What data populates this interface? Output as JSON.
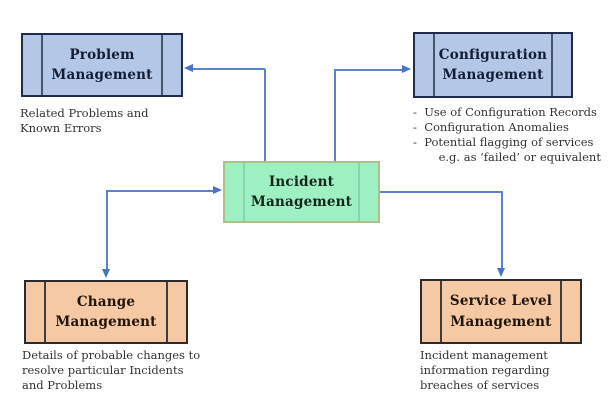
{
  "nodes": {
    "problem": {
      "label": "Problem\nManagement",
      "desc": "Related Problems and\nKnown Errors"
    },
    "configuration": {
      "label": "Configuration\nManagement",
      "desc": "-  Use of Configuration Records\n-  Configuration Anomalies\n-  Potential flagging of services\n       e.g. as ‘failed’ or equivalent"
    },
    "incident": {
      "label": "Incident\nManagement"
    },
    "change": {
      "label": "Change\nManagement",
      "desc": "Details of probable changes to\nresolve particular Incidents\nand Problems"
    },
    "service_level": {
      "label": "Service Level\nManagement",
      "desc": "Incident management\ninformation regarding\nbreaches of services"
    }
  },
  "connectors": [
    {
      "id": "incident-to-problem",
      "style": "elbow",
      "arrowheads": [
        "left-into-problem-management"
      ]
    },
    {
      "id": "incident-to-configuration",
      "style": "elbow",
      "arrowheads": [
        "right-into-configuration-management"
      ]
    },
    {
      "id": "incident-change",
      "style": "elbow",
      "arrowheads": [
        "right-into-incident-management",
        "down-into-change-management"
      ]
    },
    {
      "id": "incident-to-service-level",
      "style": "elbow",
      "arrowheads": [
        "down-into-service-level-management"
      ]
    }
  ],
  "colors": {
    "background": "#ffffff",
    "blue_fill": "#b4c7e7",
    "blue_border": "#1f2b4d",
    "blue_bar": "#44546a",
    "green_fill": "#9ef0c2",
    "green_border": "#aec08c",
    "green_bar": "#84d9ac",
    "orange_fill": "#f5c9a3",
    "orange_border": "#2b2b2b",
    "orange_bar": "#3d3d3d",
    "arrow": "#4673c8",
    "title_text": "#131c33",
    "body_text": "#333333"
  }
}
